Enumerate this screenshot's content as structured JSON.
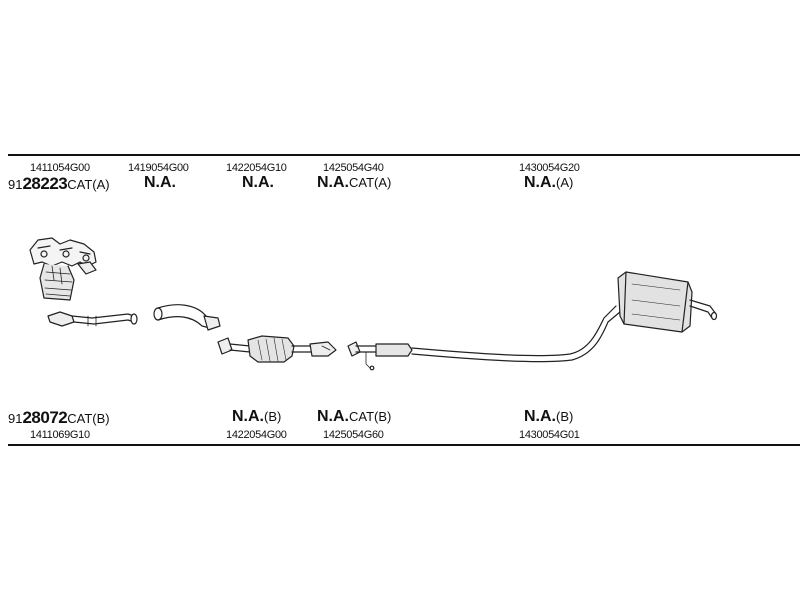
{
  "top": {
    "part_numbers": [
      "1411054G00",
      "1419054G00",
      "1422054G10",
      "1425054G40",
      "1430054G20"
    ],
    "kit_prefix": "91",
    "kit_number": "28223",
    "kit_suffix": "CAT(A)",
    "refs": [
      {
        "main": "N.A.",
        "suffix": ""
      },
      {
        "main": "N.A.",
        "suffix": ""
      },
      {
        "main": "N.A.",
        "suffix": "CAT(A)"
      },
      {
        "main": "N.A.",
        "suffix": "(A)"
      }
    ]
  },
  "bottom": {
    "part_numbers": [
      "1411069G10",
      "1422054G00",
      "1425054G60",
      "1430054G01"
    ],
    "kit_prefix": "91",
    "kit_number": "28072",
    "kit_suffix": "CAT(B)",
    "refs": [
      {
        "main": "N.A.",
        "suffix": "(B)"
      },
      {
        "main": "N.A.",
        "suffix": "CAT(B)"
      },
      {
        "main": "N.A.",
        "suffix": "(B)"
      }
    ]
  },
  "parts": {
    "manifold": "exhaust-manifold-catalyst",
    "front_pipe": "front-pipe",
    "flex_pipe": "intermediate-bend-pipe",
    "catalyst": "catalytic-converter",
    "middle_pipe": "middle-pipe",
    "rear_muffler": "rear-silencer"
  }
}
